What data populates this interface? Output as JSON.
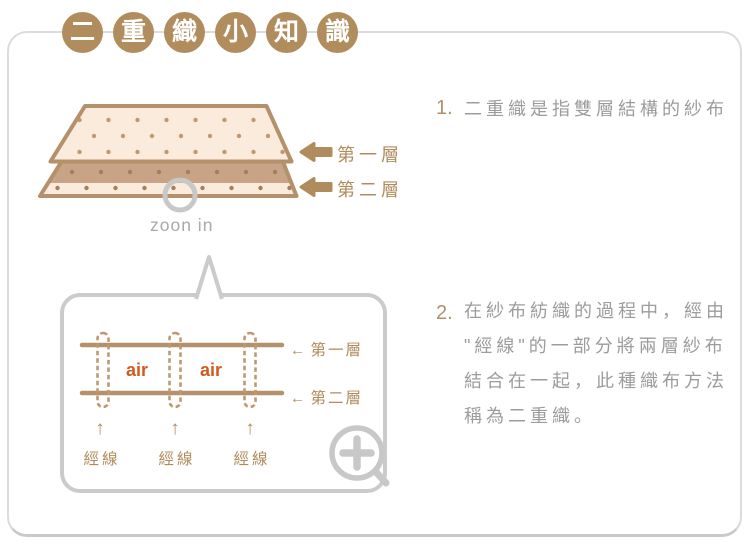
{
  "title": {
    "badges": [
      "二",
      "重",
      "織",
      "小",
      "知",
      "識"
    ]
  },
  "colors": {
    "badge_tan": "#B18D5E",
    "accent_tan": "#B08C5C",
    "weave_line": "#B5916B",
    "fabric_cream": "#FBEBDC",
    "fabric_shade": "#C8A385",
    "dot_tan": "#BE9B6C",
    "gray_border": "#CBCBCB",
    "text_gray": "#9C9C9C",
    "air_orange": "#D2591C"
  },
  "fabric": {
    "rows": [
      {
        "label": "第一層"
      },
      {
        "label": "第二層"
      }
    ],
    "zoom_hint": "zoon in"
  },
  "zoom_box": {
    "air_labels": [
      "air",
      "air"
    ],
    "rows": [
      {
        "arrow": "←",
        "label": "第一層"
      },
      {
        "arrow": "←",
        "label": "第二層"
      }
    ],
    "warp_arrows": [
      "↑",
      "↑",
      "↑"
    ],
    "warp_labels": [
      "經線",
      "經線",
      "經線"
    ]
  },
  "notes": [
    {
      "number": "1.",
      "lines": [
        "二重織是指雙層結構的紗布"
      ]
    },
    {
      "number": "2.",
      "lines": [
        "在紗布紡織的過程中，經由",
        "\"經線\"的一部分將兩層紗布",
        "結合在一起，此種織布方法",
        "稱為二重織。"
      ]
    }
  ]
}
